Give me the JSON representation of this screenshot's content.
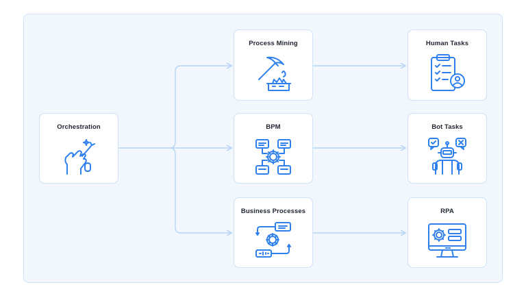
{
  "diagram": {
    "nodes": {
      "orchestration": {
        "label": "Orchestration",
        "icon": "hand-magic-wand-icon"
      },
      "process_mining": {
        "label": "Process Mining",
        "icon": "pickaxe-mining-icon"
      },
      "bpm": {
        "label": "BPM",
        "icon": "gear-flowchart-icon"
      },
      "business_processes": {
        "label": "Business Processes",
        "icon": "process-cycle-gear-icon"
      },
      "human_tasks": {
        "label": "Human Tasks",
        "icon": "clipboard-checklist-user-icon"
      },
      "bot_tasks": {
        "label": "Bot Tasks",
        "icon": "robot-chat-icon"
      },
      "rpa": {
        "label": "RPA",
        "icon": "monitor-gear-icon"
      }
    },
    "edges": [
      [
        "Orchestration",
        "Process Mining"
      ],
      [
        "Orchestration",
        "BPM"
      ],
      [
        "Orchestration",
        "Business Processes"
      ],
      [
        "Process Mining",
        "Human Tasks"
      ],
      [
        "BPM",
        "Bot Tasks"
      ],
      [
        "Business Processes",
        "RPA"
      ]
    ],
    "colors": {
      "accent": "#2f80ed",
      "connector": "#b8d4f5",
      "frame_bg": "#f1f7fd",
      "border": "#cfe2f7",
      "text": "#1f2430"
    }
  }
}
